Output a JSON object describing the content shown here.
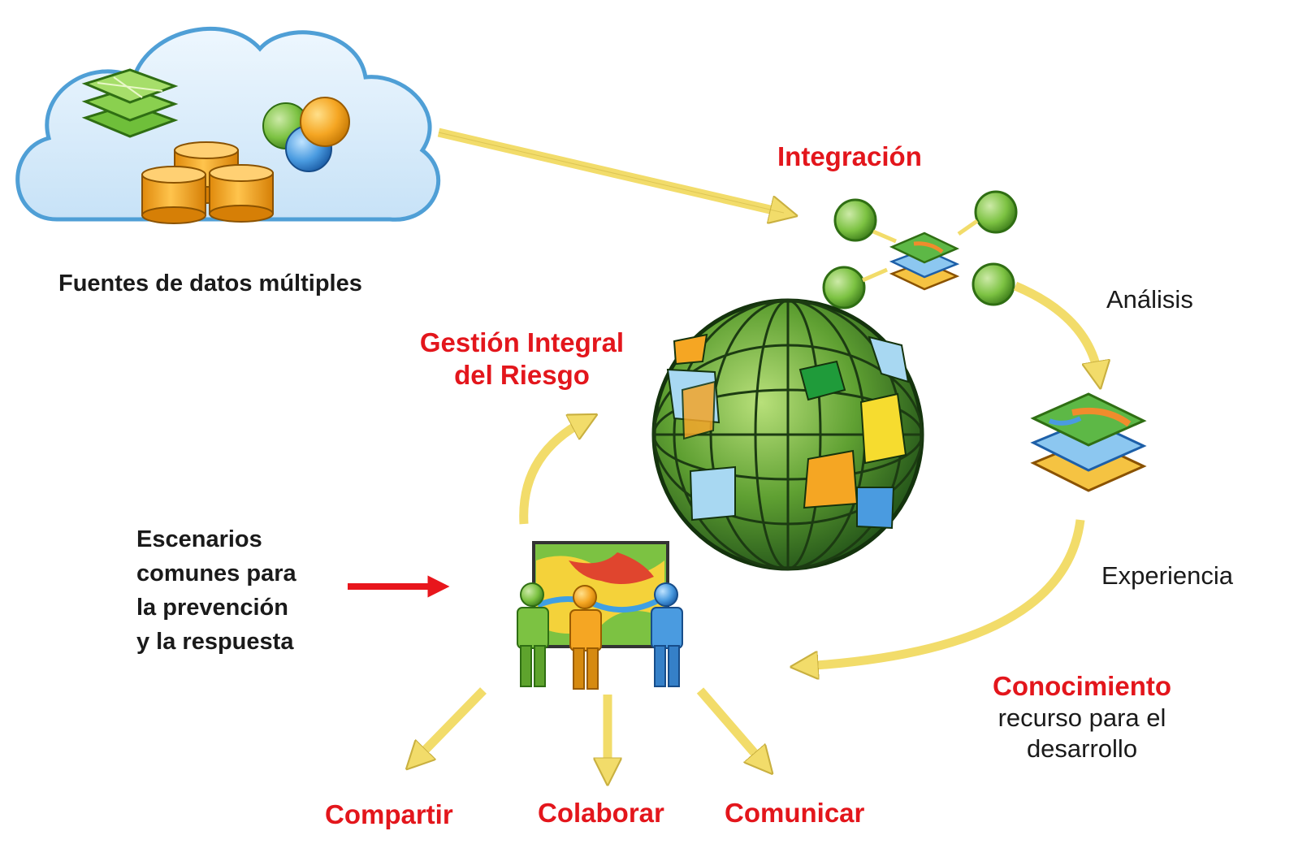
{
  "sources": {
    "label": "Fuentes de datos múltiples"
  },
  "integration": {
    "label": "Integración"
  },
  "analysis": {
    "label": "Análisis"
  },
  "experience": {
    "label": "Experiencia"
  },
  "knowledge": {
    "title": "Conocimiento",
    "line1": "recurso para el",
    "line2": "desarrollo"
  },
  "risk": {
    "line1": "Gestión Integral",
    "line2": "del Riesgo"
  },
  "scenarios": {
    "line1": "Escenarios",
    "line2": "comunes para",
    "line3": "la prevención",
    "line4": "y la respuesta"
  },
  "actions": {
    "share": "Compartir",
    "collaborate": "Colaborar",
    "communicate": "Comunicar"
  },
  "colors": {
    "accent_red": "#e3161c",
    "arrow_yellow": "#f2dc6a",
    "node_green": "#7cc242",
    "cloud_blue": "#d7ecfa",
    "db_orange": "#f5a623"
  }
}
